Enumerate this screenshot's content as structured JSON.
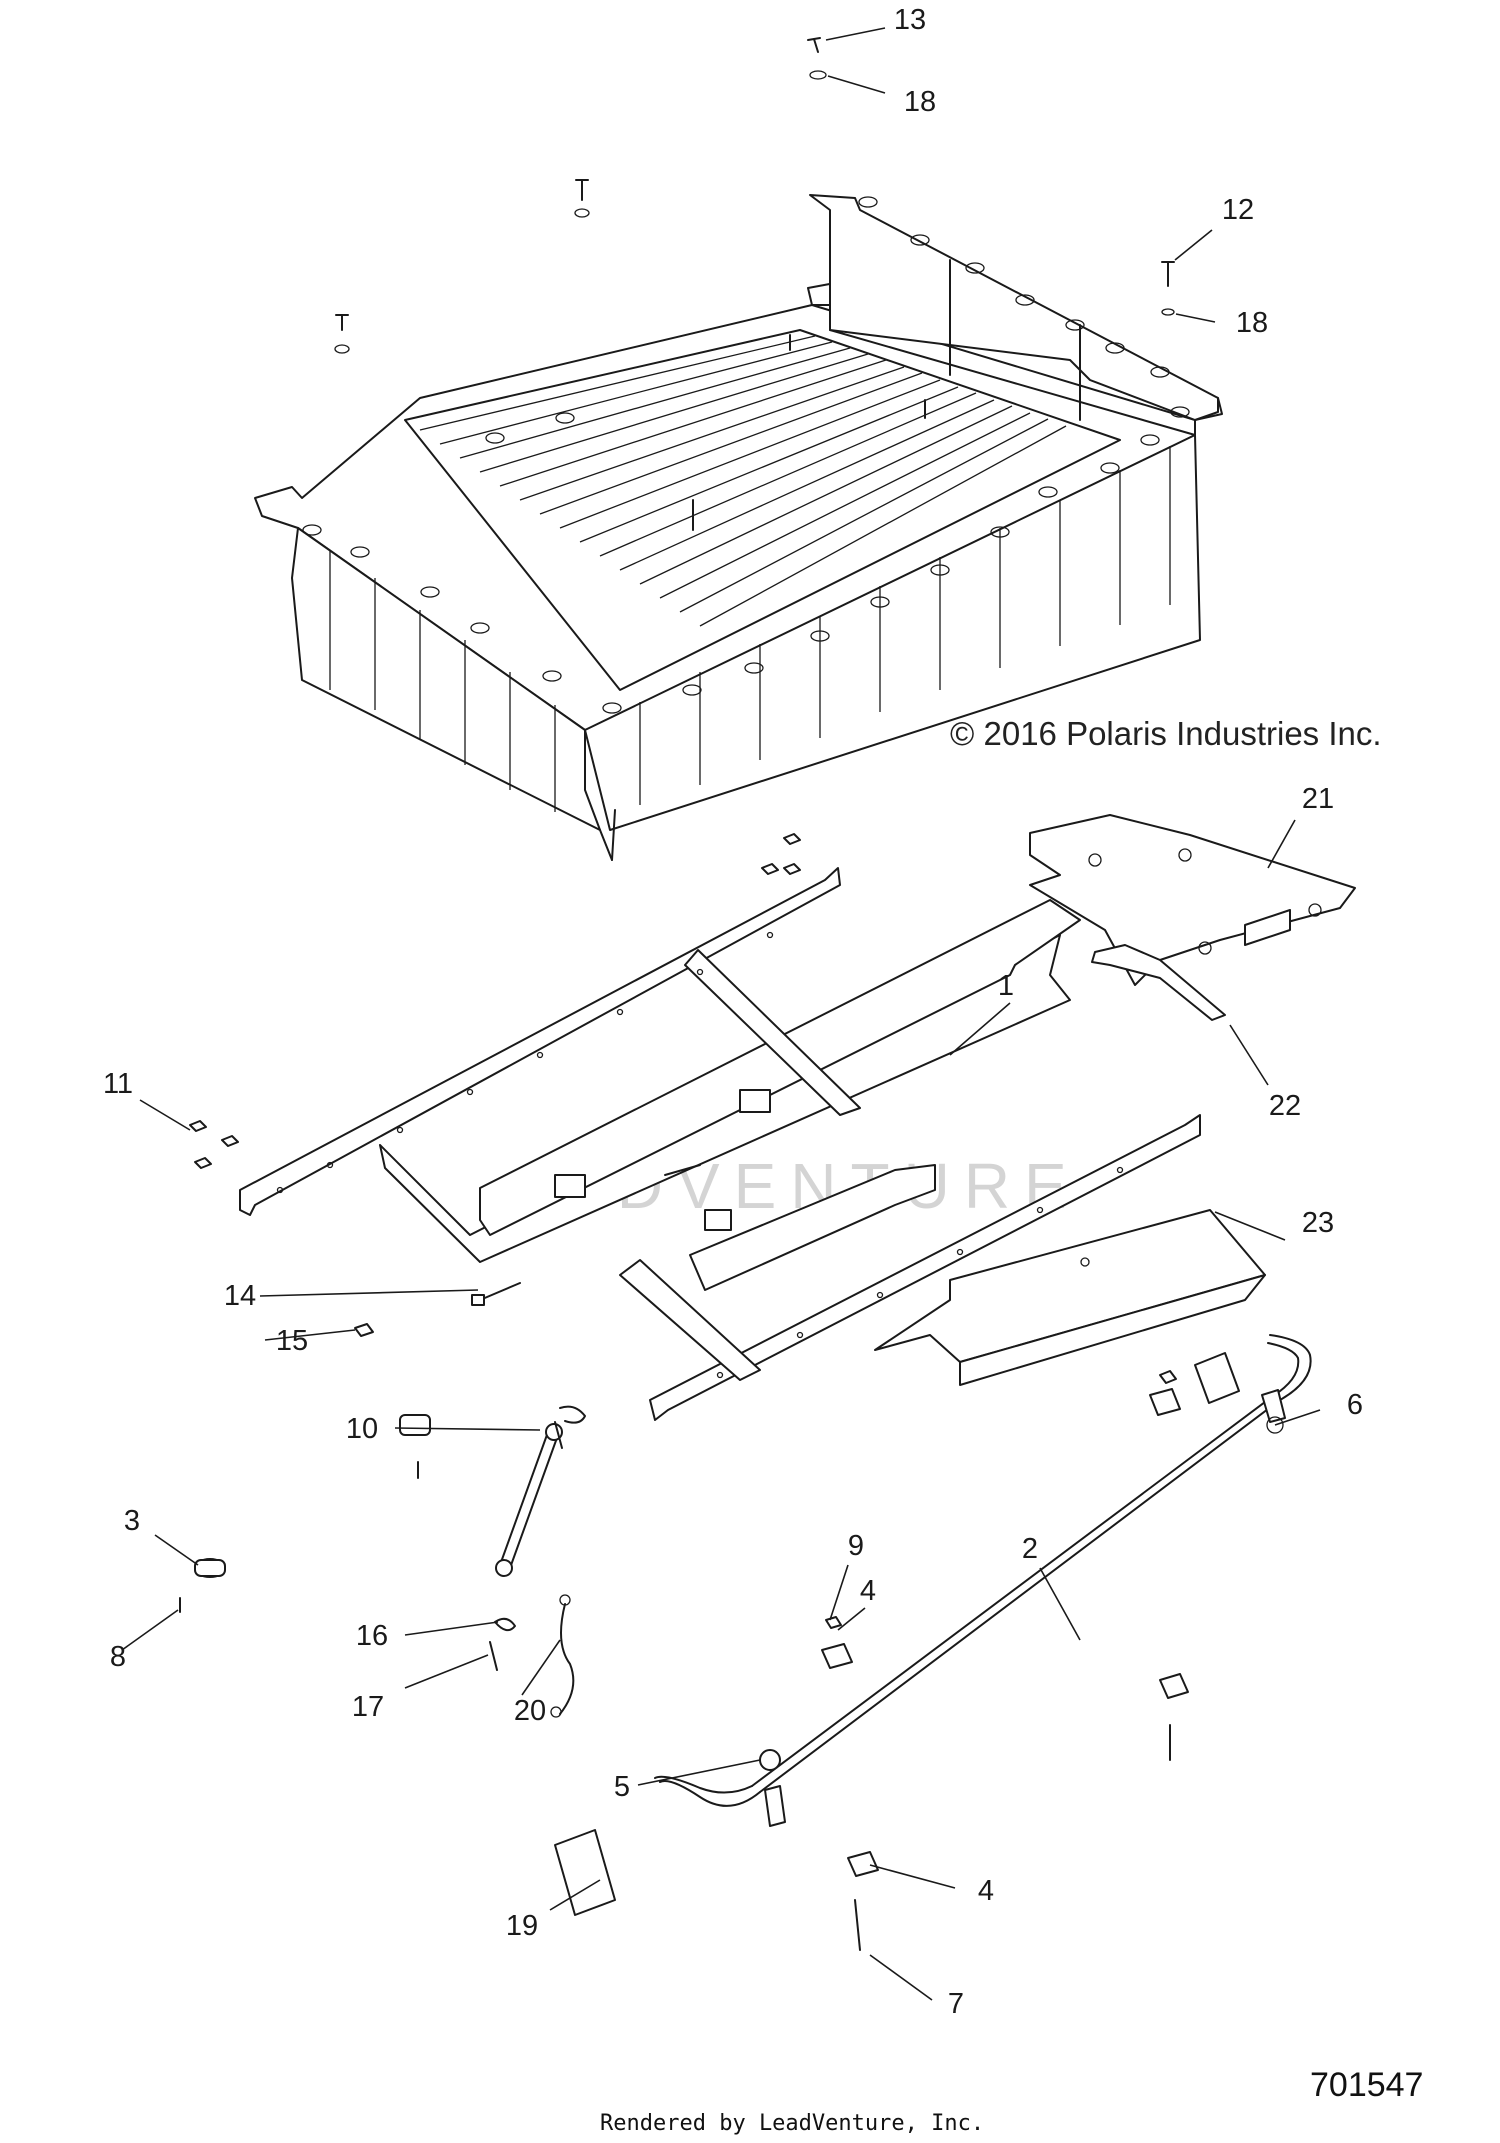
{
  "diagram": {
    "copyright": "© 2016 Polaris Industries Inc.",
    "diagram_id": "701547",
    "rendered_by": "Rendered by LeadVenture, Inc.",
    "watermark": "ADVENTURE",
    "callouts": [
      {
        "label": "1"
      },
      {
        "label": "2"
      },
      {
        "label": "3"
      },
      {
        "label": "4"
      },
      {
        "label": "4"
      },
      {
        "label": "5"
      },
      {
        "label": "6"
      },
      {
        "label": "7"
      },
      {
        "label": "8"
      },
      {
        "label": "9"
      },
      {
        "label": "10"
      },
      {
        "label": "11"
      },
      {
        "label": "12"
      },
      {
        "label": "13"
      },
      {
        "label": "14"
      },
      {
        "label": "15"
      },
      {
        "label": "16"
      },
      {
        "label": "17"
      },
      {
        "label": "18"
      },
      {
        "label": "18"
      },
      {
        "label": "19"
      },
      {
        "label": "20"
      },
      {
        "label": "21"
      },
      {
        "label": "22"
      },
      {
        "label": "23"
      }
    ]
  }
}
